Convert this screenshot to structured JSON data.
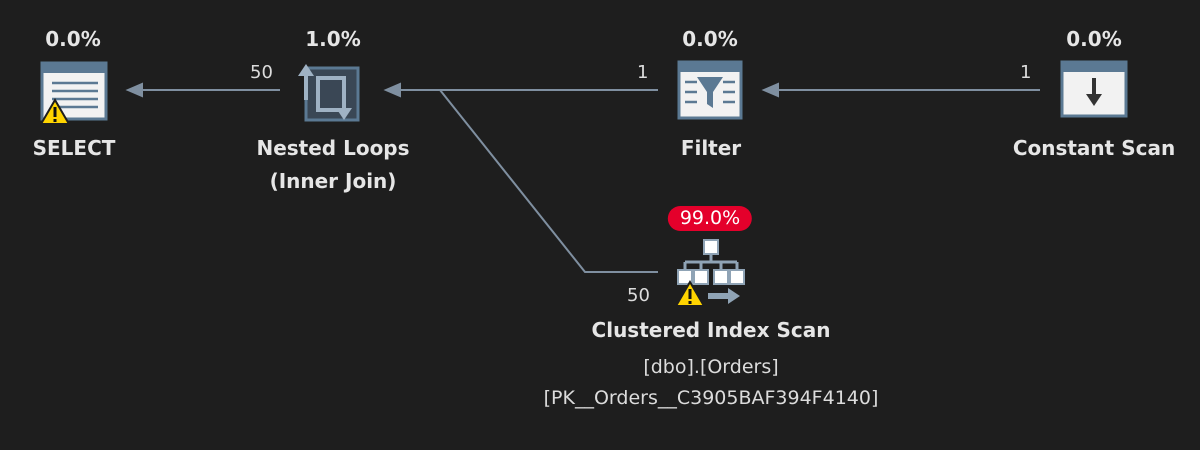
{
  "plan": {
    "operators": {
      "select": {
        "cost": "0.0%",
        "label": "SELECT",
        "warning": true,
        "icon": "select-icon"
      },
      "nested_loops": {
        "cost": "1.0%",
        "label_line1": "Nested Loops",
        "label_line2": "(Inner Join)",
        "icon": "nested-loops-icon"
      },
      "filter": {
        "cost": "0.0%",
        "label": "Filter",
        "icon": "filter-icon"
      },
      "constant_scan": {
        "cost": "0.0%",
        "label": "Constant Scan",
        "icon": "constant-scan-icon"
      },
      "clustered_index_scan": {
        "cost": "99.0%",
        "label": "Clustered Index Scan",
        "object": "[dbo].[Orders]",
        "index": "[PK__Orders__C3905BAF394F4140]",
        "warning": true,
        "icon": "clustered-index-scan-icon",
        "cost_highlight_color": "#e4002b"
      }
    },
    "edges": {
      "nested_to_select_rows": "50",
      "filter_to_nested_rows": "1",
      "constant_to_filter_rows": "1",
      "index_scan_to_nested_rows": "50"
    },
    "colors": {
      "background": "#1e1e1e",
      "connector": "#7f8fa0",
      "warning": "#ffd400",
      "icon_blue": "#5b7993"
    }
  }
}
